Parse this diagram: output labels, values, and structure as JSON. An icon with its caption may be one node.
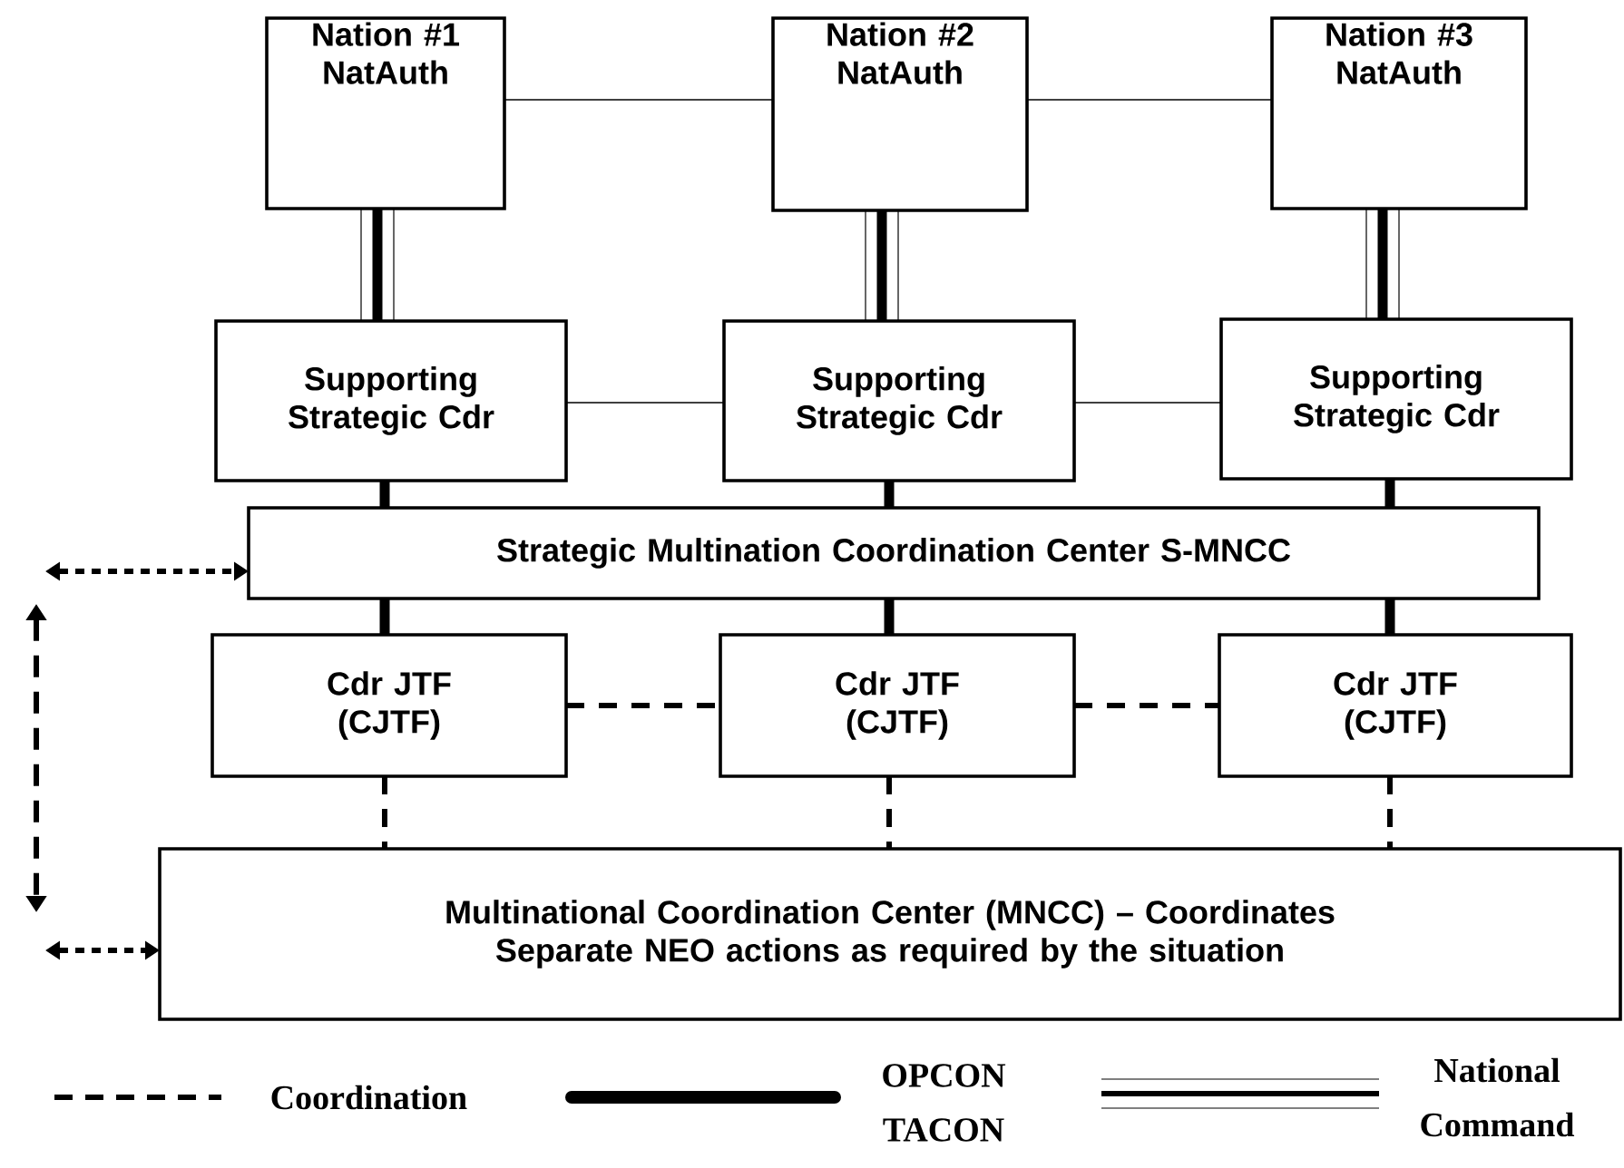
{
  "diagram": {
    "nodes": [
      {
        "text": [
          "Nation #1",
          "NatAuth"
        ]
      },
      {
        "text": [
          "Nation #2",
          "NatAuth"
        ]
      },
      {
        "text": [
          "Nation #3",
          "NatAuth"
        ]
      },
      {
        "text": [
          "Supporting Strategic Cdr"
        ]
      },
      {
        "text": [
          "Supporting Strategic Cdr"
        ]
      },
      {
        "text": [
          "Supporting Strategic Cdr"
        ]
      },
      {
        "text": [
          "Strategic Multination Coordination Center S-MNCC"
        ]
      },
      {
        "text": [
          "Cdr JTF (CJTF)"
        ]
      },
      {
        "text": [
          "Cdr JTF (CJTF)"
        ]
      },
      {
        "text": [
          "Cdr JTF (CJTF)"
        ]
      },
      {
        "text": [
          "Multinational Coordination Center (MNCC) – Coordinates Separate NEO actions as required by the situation"
        ]
      }
    ],
    "edges": [
      {
        "from": 0,
        "to": 1,
        "arrow": "none"
      },
      {
        "from": 1,
        "to": 2,
        "arrow": "none"
      },
      {
        "from": 0,
        "to": 3,
        "arrow": "none",
        "style": "thick"
      },
      {
        "from": 1,
        "to": 4,
        "arrow": "none",
        "style": "thick"
      },
      {
        "from": 2,
        "to": 5,
        "arrow": "none",
        "style": "thick"
      },
      {
        "from": 3,
        "to": 4,
        "arrow": "none"
      },
      {
        "from": 4,
        "to": 5,
        "arrow": "none"
      },
      {
        "from": 3,
        "to": 6,
        "arrow": "none",
        "style": "thick"
      },
      {
        "from": 4,
        "to": 6,
        "arrow": "none",
        "style": "thick"
      },
      {
        "from": 5,
        "to": 6,
        "arrow": "none",
        "style": "thick"
      },
      {
        "from": 6,
        "to": 7,
        "arrow": "none",
        "style": "thick"
      },
      {
        "from": 6,
        "to": 8,
        "arrow": "none",
        "style": "thick"
      },
      {
        "from": 6,
        "to": 9,
        "arrow": "none",
        "style": "thick"
      },
      {
        "from": 7,
        "to": 8,
        "arrow": "none",
        "style": "dashed"
      },
      {
        "from": 8,
        "to": 9,
        "arrow": "none",
        "style": "dashed"
      },
      {
        "from": 7,
        "to": 10,
        "arrow": "none",
        "style": "dashed"
      },
      {
        "from": 8,
        "to": 10,
        "arrow": "none",
        "style": "dashed"
      },
      {
        "from": 9,
        "to": 10,
        "arrow": "none",
        "style": "dashed"
      },
      {
        "from": null,
        "to": 6,
        "arrow": "both",
        "style": "dashed"
      },
      {
        "from": null,
        "to": 10,
        "arrow": "both",
        "style": "dashed"
      }
    ],
    "legend": [
      {
        "text": "Coordination"
      },
      {
        "text": "OPCON TACON"
      },
      {
        "text": "National Command"
      }
    ]
  }
}
